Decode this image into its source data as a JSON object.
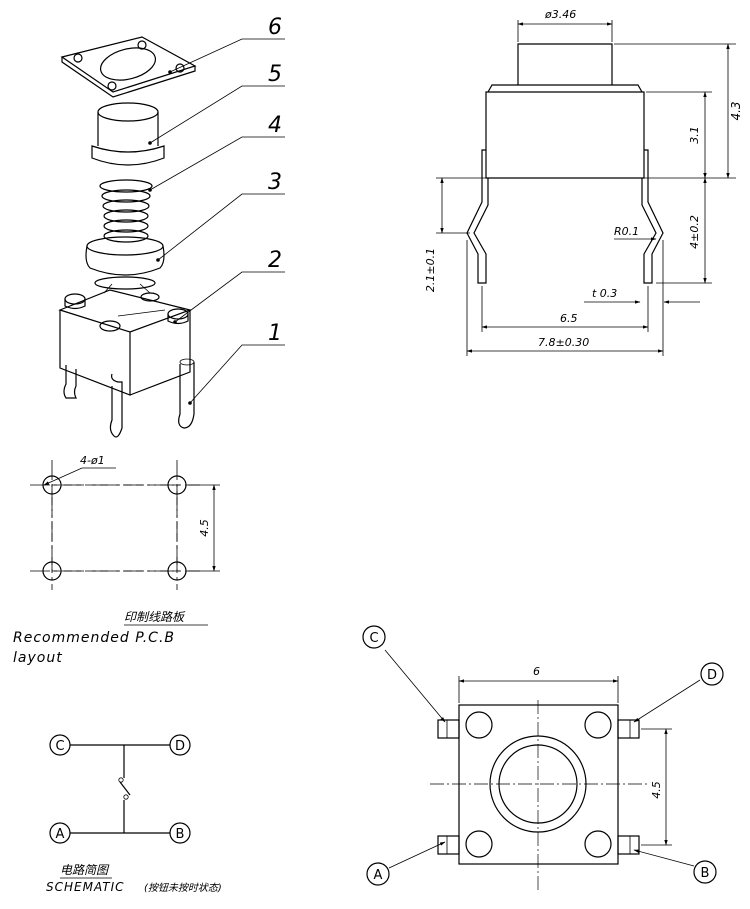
{
  "exploded_view": {
    "callouts": [
      "6",
      "5",
      "4",
      "3",
      "2",
      "1"
    ]
  },
  "side_view": {
    "dim_cap_diameter": "ø3.46",
    "dim_total_height": "4.3",
    "dim_cap_height": "3.1",
    "dim_leg_length": "4±0.2",
    "dim_lead_offset": "2.1±0.1",
    "dim_radius": "R0.1",
    "dim_thickness": "t 0.3",
    "dim_pitch": "6.5",
    "dim_width": "7.8±0.30"
  },
  "pcb_layout": {
    "hole_label": "4-ø1",
    "spacing": "4.5",
    "title_cn": "印制线路板",
    "title_en_line1": "Recommended P.C.B",
    "title_en_line2": "layout"
  },
  "schematic": {
    "terminals": [
      "C",
      "D",
      "A",
      "B"
    ],
    "title_cn": "电路简图",
    "title_en": "SCHEMATIC",
    "note": "(按钮未按时状态)"
  },
  "top_view": {
    "terminals": [
      "C",
      "D",
      "A",
      "B"
    ],
    "dim_width": "6",
    "dim_height": "4.5"
  }
}
